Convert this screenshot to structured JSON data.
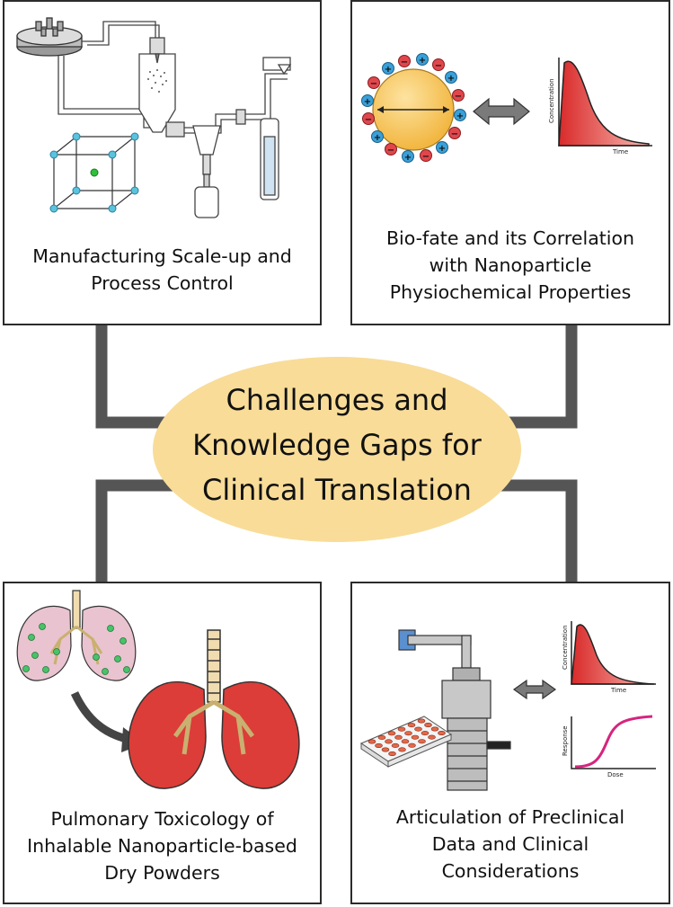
{
  "center": {
    "line1": "Challenges and",
    "line2": "Knowledge Gaps for",
    "line3": "Clinical Translation"
  },
  "panels": {
    "top_left": {
      "line1": "Manufacturing Scale-up and",
      "line2": "Process Control"
    },
    "top_right": {
      "line1": "Bio-fate and its Correlation",
      "line2": "with Nanoparticle",
      "line3": "Physiochemical Properties",
      "graph_ylabel": "Concentration",
      "graph_xlabel": "Time"
    },
    "bottom_left": {
      "line1": "Pulmonary Toxicology of",
      "line2": "Inhalable Nanoparticle-based",
      "line3": "Dry Powders"
    },
    "bottom_right": {
      "line1": "Articulation of Preclinical",
      "line2": "Data and Clinical",
      "line3": "Considerations",
      "graph1_ylabel": "Concentration",
      "graph1_xlabel": "Time",
      "graph2_ylabel": "Response",
      "graph2_xlabel": "Dose"
    }
  },
  "colors": {
    "ellipse": "#f8dc98",
    "connector": "#555555",
    "particle": "#f2b640",
    "positive": "#3aa0d8",
    "negative": "#e0474c",
    "lung": "#d93a36",
    "sigmoid": "#d6247e"
  },
  "icons": {
    "double_arrow": "double-arrow-icon",
    "curved_arrow": "curved-arrow-icon"
  }
}
